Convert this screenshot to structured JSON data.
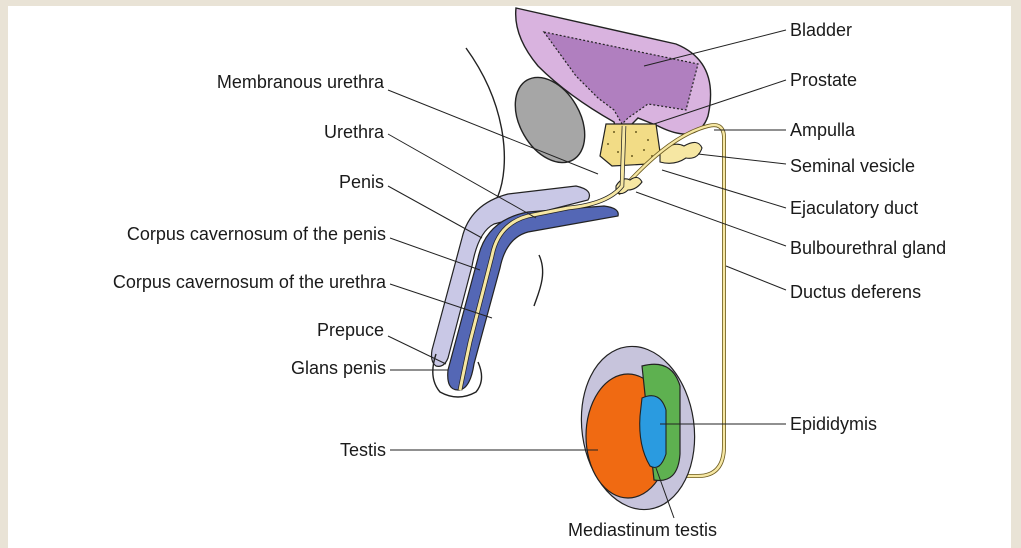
{
  "labels": {
    "bladder": "Bladder",
    "prostate": "Prostate",
    "ampulla": "Ampulla",
    "seminal_vesicle": "Seminal vesicle",
    "ejaculatory_duct": "Ejaculatory duct",
    "bulbourethral_gland": "Bulbourethral gland",
    "ductus_deferens": "Ductus deferens",
    "epididymis": "Epididymis",
    "mediastinum_testis": "Mediastinum testis",
    "membranous_urethra": "Membranous urethra",
    "urethra": "Urethra",
    "penis": "Penis",
    "corpus_cavernosum_penis": "Corpus cavernosum of the penis",
    "corpus_cavernosum_urethra": "Corpus cavernosum of the urethra",
    "prepuce": "Prepuce",
    "glans_penis": "Glans penis",
    "testis": "Testis"
  },
  "colors": {
    "bladder_wall": "#d9b3df",
    "bladder_lumen": "#b07fbf",
    "prostate": "#f2dc86",
    "duct": "#f6e7a3",
    "corpus_penis": "#c9c8e6",
    "corpus_urethra": "#5467b5",
    "pubic_bone": "#a6a6a6",
    "testis": "#f06a12",
    "epididymis": "#5eb150",
    "mediastinum": "#2a9be0",
    "tunica": "#c7c4dc"
  }
}
